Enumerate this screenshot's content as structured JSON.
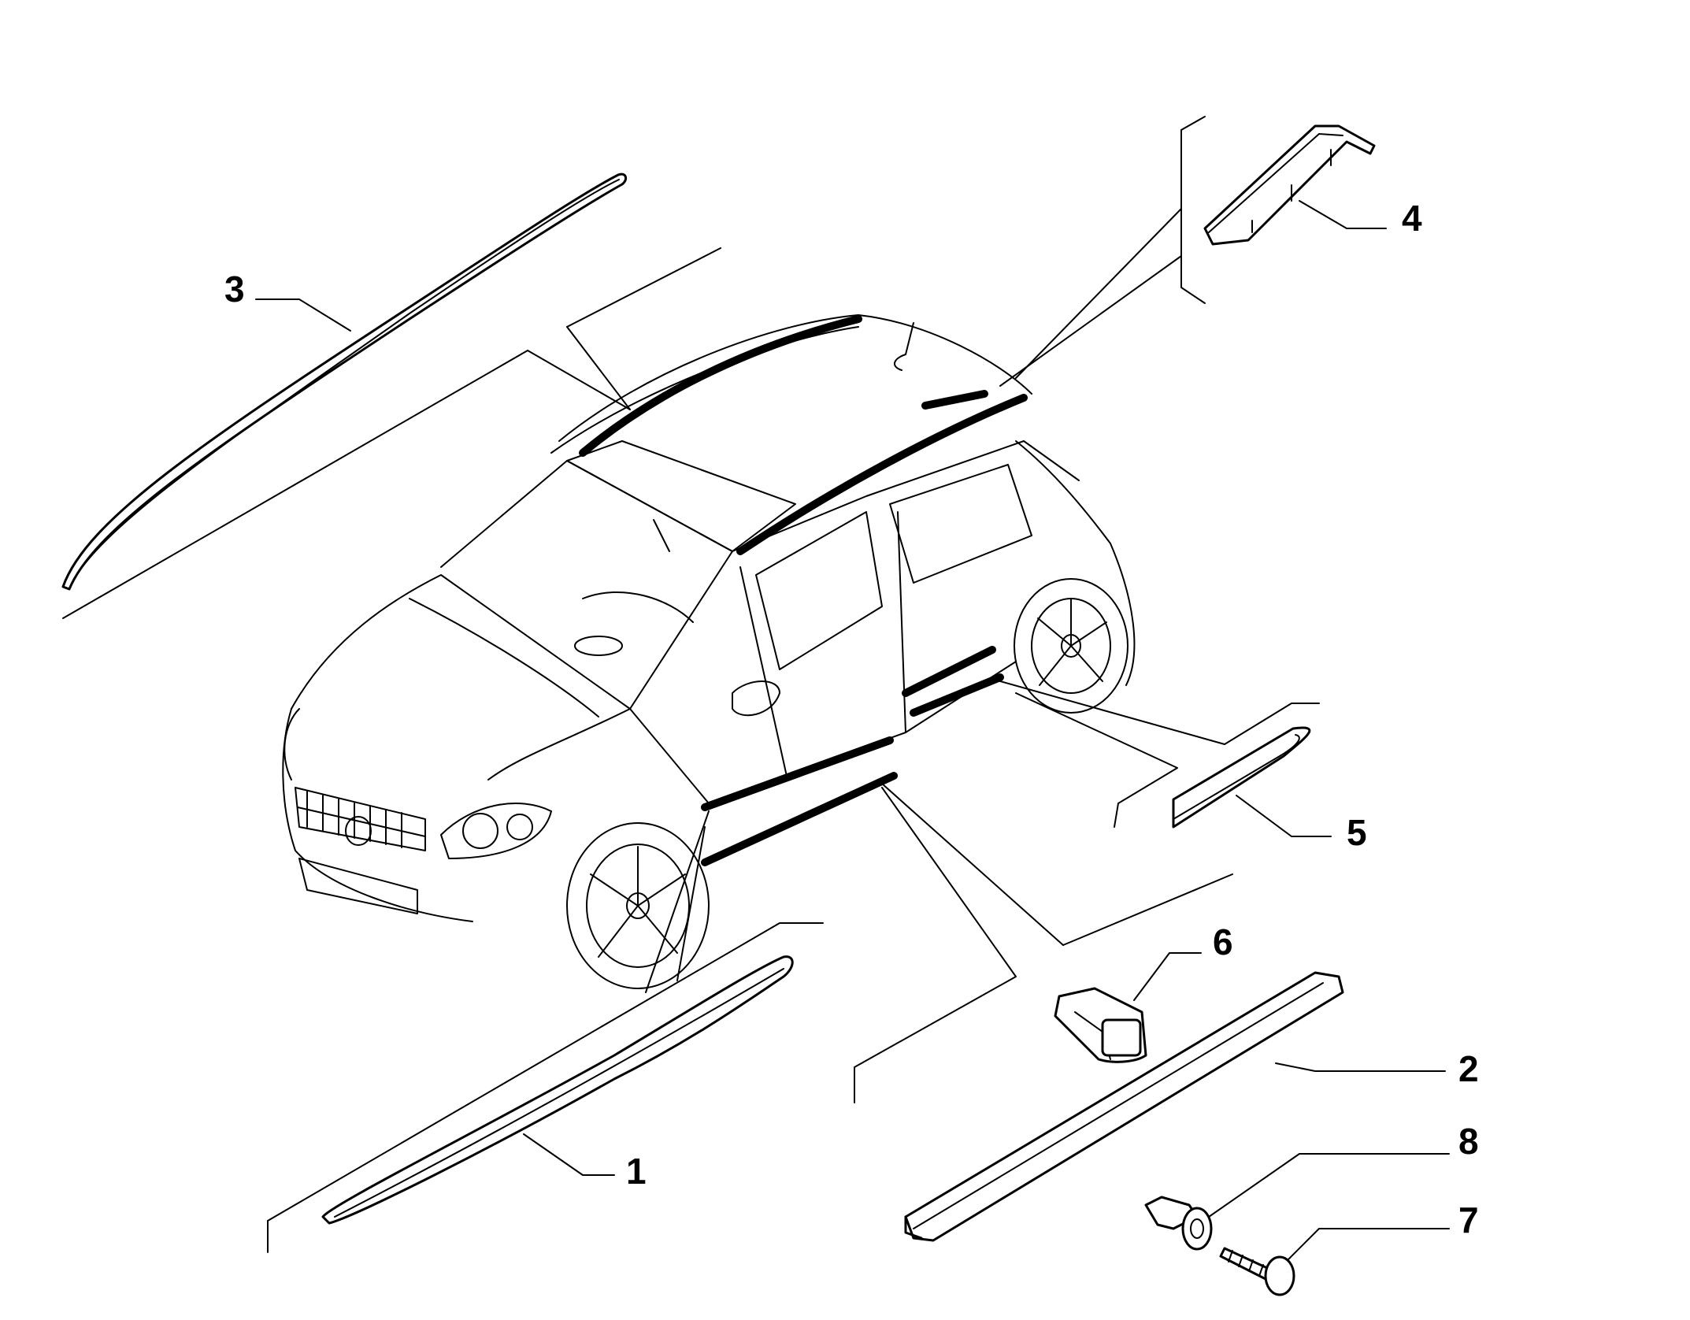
{
  "diagram": {
    "callouts": [
      "1",
      "2",
      "3",
      "4",
      "5",
      "6",
      "7",
      "8"
    ]
  },
  "colors": {
    "line": "#000000",
    "background": "#ffffff"
  }
}
